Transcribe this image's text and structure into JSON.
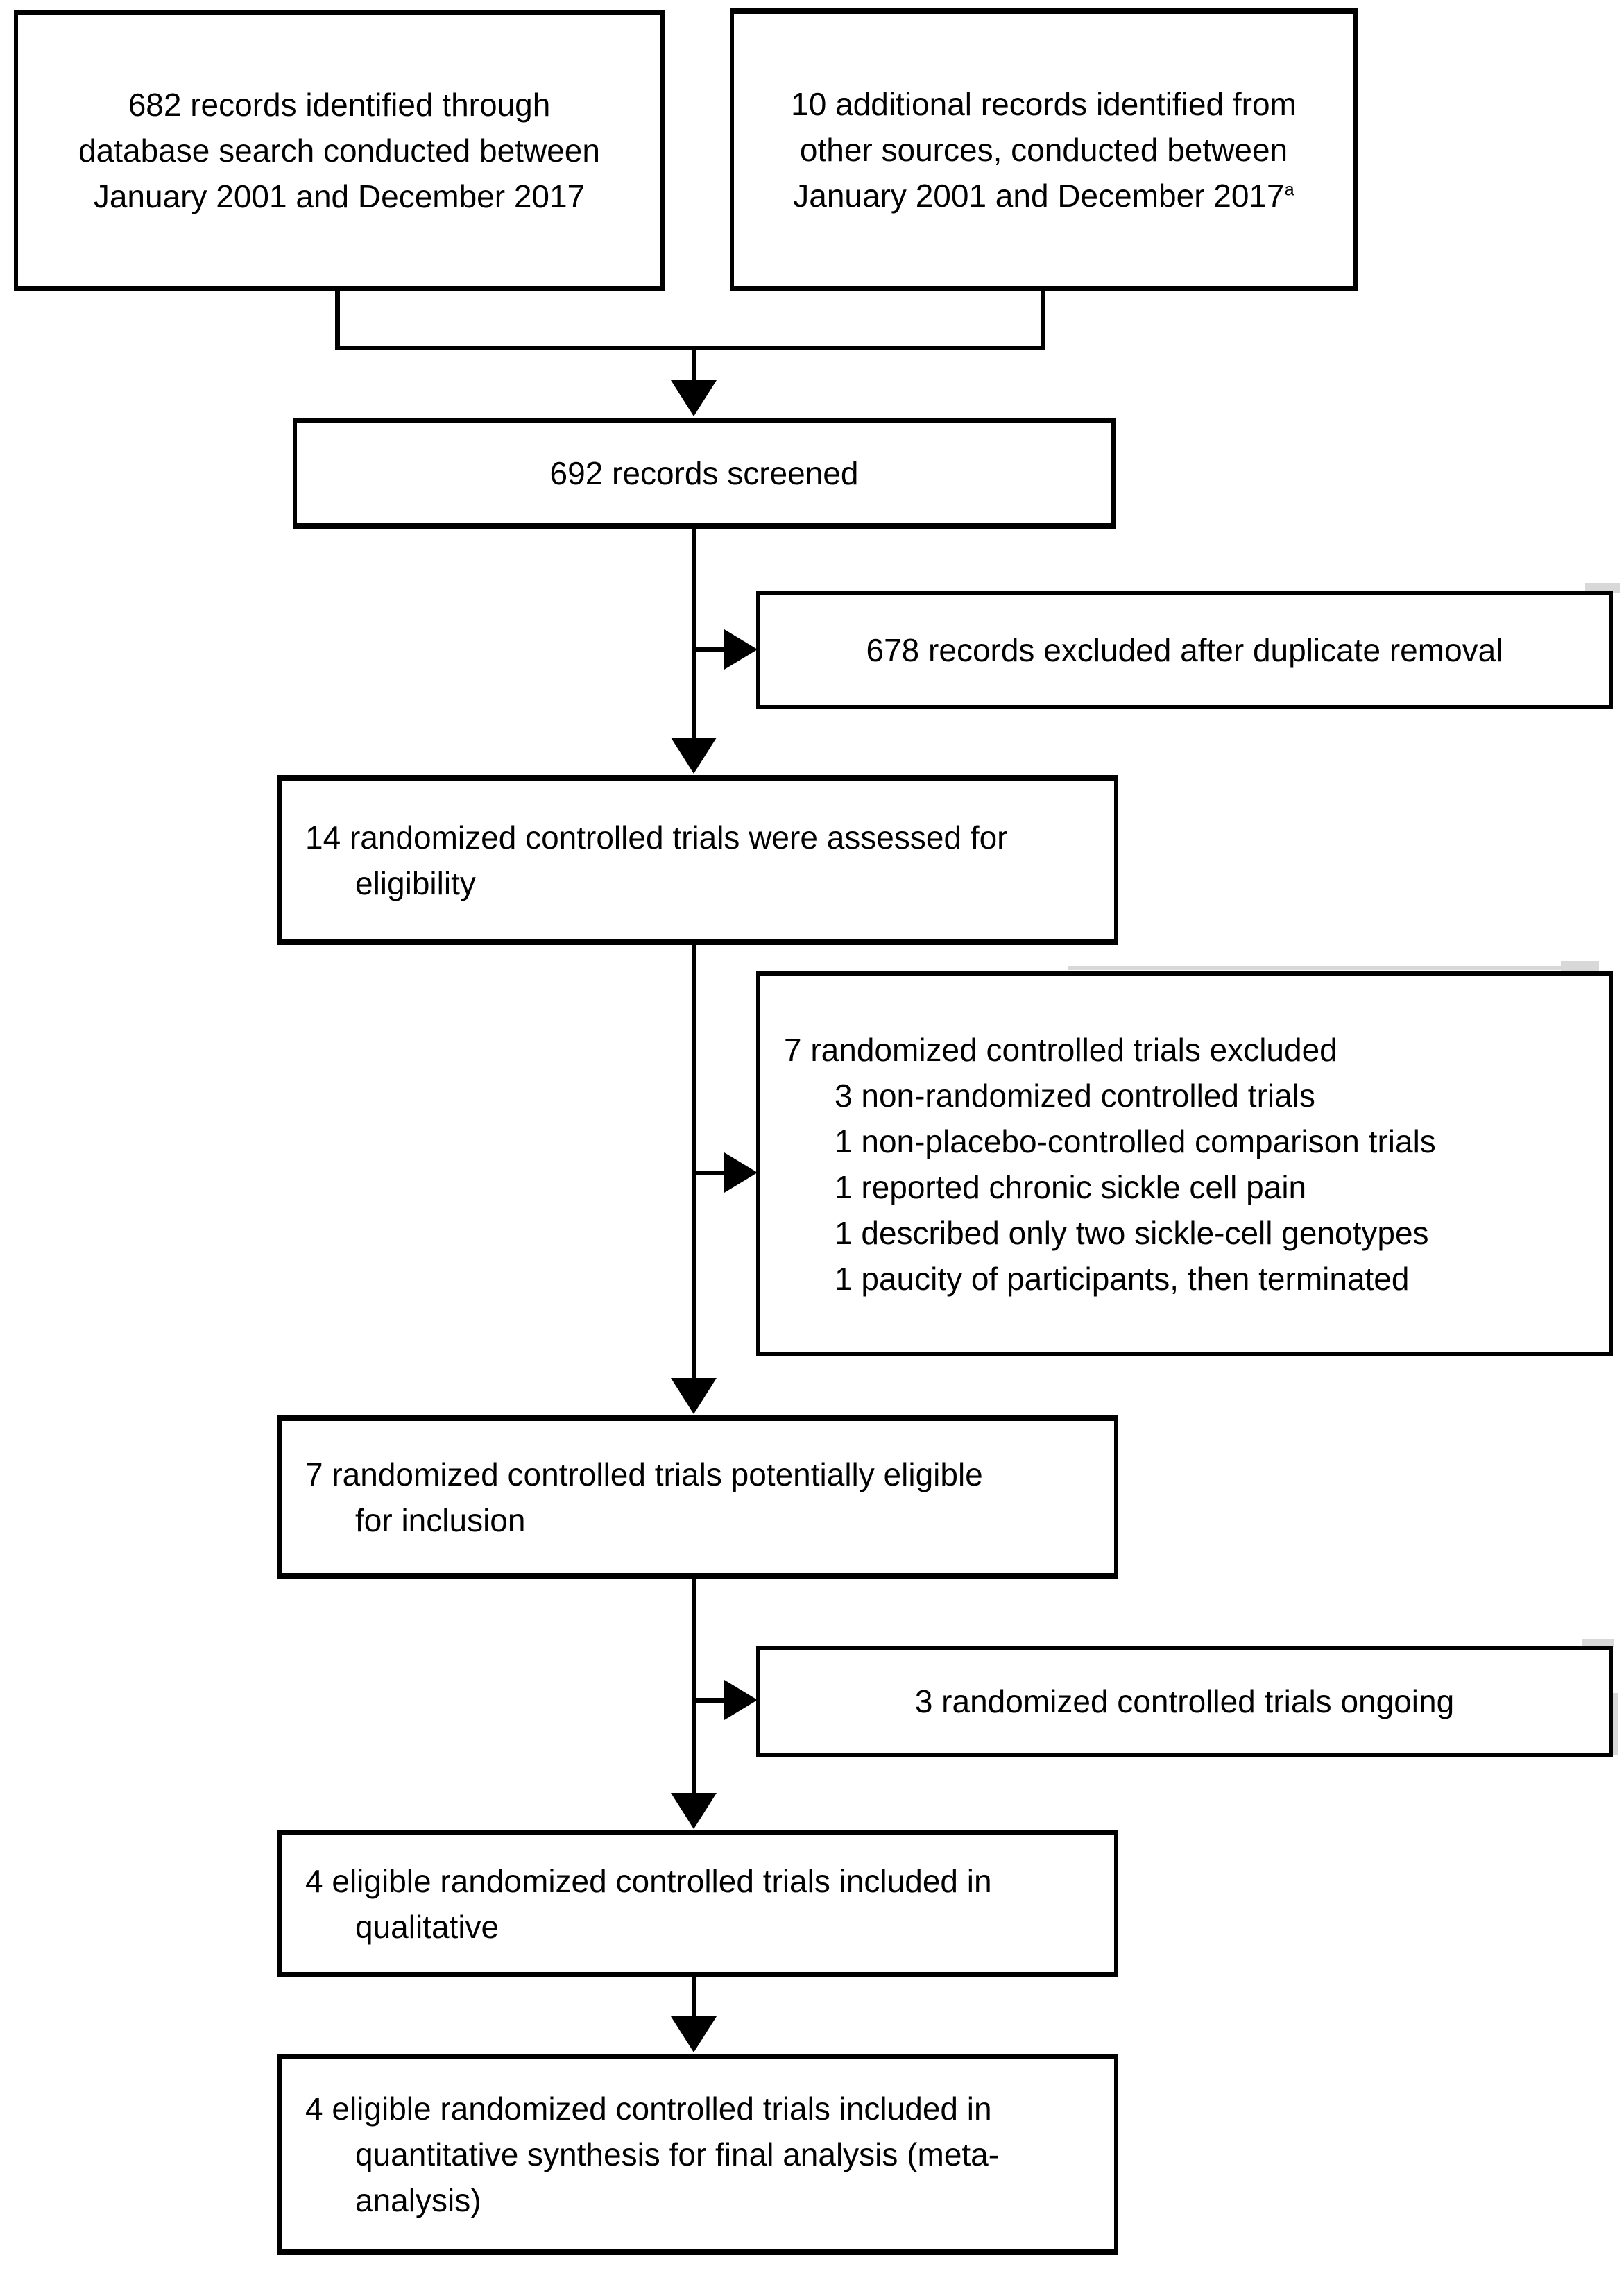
{
  "colors": {
    "line": "#000000",
    "background": "#ffffff",
    "scan_artifact": "#d8d8d8"
  },
  "boxes": {
    "identified_database": {
      "lines": [
        "682 records identified through",
        "database search conducted between",
        "January 2001 and December 2017"
      ]
    },
    "identified_other": {
      "lines": [
        "10 additional records identified from",
        "other sources, conducted between",
        "January 2001 and December 2017"
      ],
      "superscript": "a"
    },
    "screened": {
      "text": "692 records screened"
    },
    "excluded_duplicates": {
      "text": "678 records excluded after duplicate removal"
    },
    "assessed": {
      "lines": [
        "14 randomized controlled trials were assessed for",
        "eligibility"
      ]
    },
    "excluded_rcts": {
      "heading": "7 randomized controlled trials excluded",
      "items": [
        "3 non-randomized controlled trials",
        "1 non-placebo-controlled comparison trials",
        "1 reported chronic sickle cell pain",
        "1 described only two sickle-cell genotypes",
        "1 paucity of participants, then terminated"
      ]
    },
    "potentially_eligible": {
      "lines": [
        "7 randomized controlled trials potentially eligible",
        "for inclusion"
      ]
    },
    "ongoing": {
      "text": "3 randomized controlled trials ongoing"
    },
    "qualitative": {
      "lines": [
        "4 eligible randomized controlled trials included in",
        "qualitative"
      ]
    },
    "quantitative": {
      "lines": [
        "4 eligible randomized controlled trials included in",
        "quantitative synthesis for final analysis (meta-",
        "analysis)"
      ]
    }
  }
}
